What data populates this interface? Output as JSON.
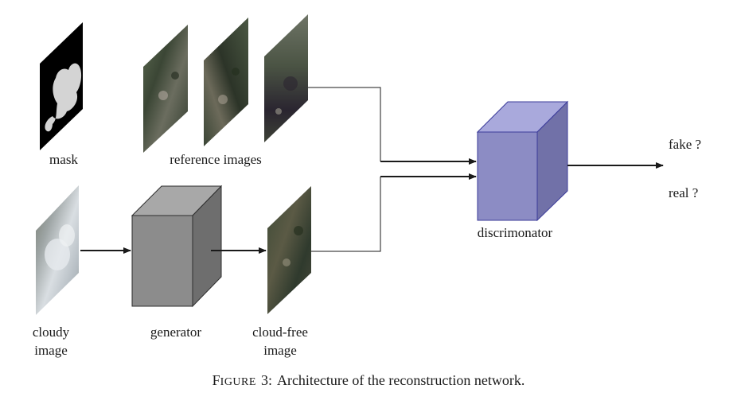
{
  "labels": {
    "mask": "mask",
    "reference_images": "reference images",
    "cloudy_line1": "cloudy",
    "cloudy_line2": "image",
    "generator": "generator",
    "cloudfree_line1": "cloud-free",
    "cloudfree_line2": "image",
    "discriminator": "discrimonator",
    "fake": "fake ?",
    "real": "real ?"
  },
  "caption": {
    "figure_word": "Figure",
    "number": "3:",
    "text": "Architecture of the reconstruction network."
  },
  "colors": {
    "generator_front": "#8c8c8c",
    "generator_top": "#a8a8a8",
    "generator_side": "#6e6e6e",
    "discriminator_front": "#8c8cc4",
    "discriminator_top": "#a9a9dc",
    "discriminator_side": "#7171a8",
    "discriminator_edge": "#3b3b9a",
    "mask_bg": "#000000",
    "mask_cloud": "#d4d4d4",
    "arrow": "#1a1a1a"
  }
}
